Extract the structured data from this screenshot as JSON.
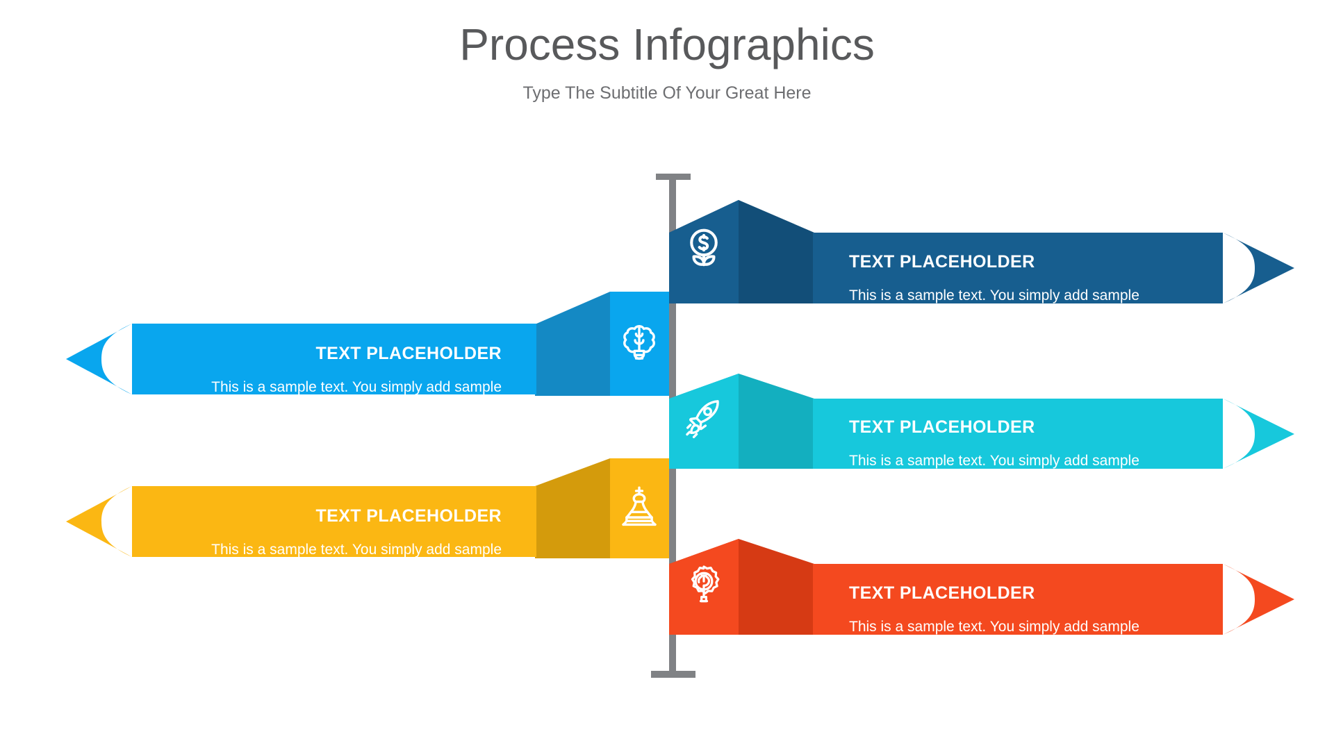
{
  "header": {
    "title": "Process Infographics",
    "subtitle": "Type The Subtitle Of Your Great Here",
    "title_color": "#58595B",
    "subtitle_color": "#6D6E71"
  },
  "spine": {
    "color": "#808285",
    "top_cap_label": "timeline-top-cap",
    "bottom_cap_label": "timeline-bottom-cap"
  },
  "items": [
    {
      "id": "step-1",
      "side": "right",
      "icon": "money-plant-icon",
      "title": "TEXT PLACEHOLDER",
      "description": "This is a sample text. You simply add sample",
      "color": "#175E8F",
      "fold_color": "#124E78",
      "icon_panel_color": "#175E8F"
    },
    {
      "id": "step-2",
      "side": "left",
      "icon": "brain-bulb-icon",
      "title": "TEXT PLACEHOLDER",
      "description": "This is a sample text. You simply add sample",
      "color": "#09A6EE",
      "fold_color": "#1489C4",
      "icon_panel_color": "#09A6EE"
    },
    {
      "id": "step-3",
      "side": "right",
      "icon": "rocket-icon",
      "title": "TEXT PLACEHOLDER",
      "description": "This is a sample text. You simply add sample",
      "color": "#17C8DC",
      "fold_color": "#13AFBF",
      "icon_panel_color": "#17C8DC"
    },
    {
      "id": "step-4",
      "side": "left",
      "icon": "chess-king-icon",
      "title": "TEXT PLACEHOLDER",
      "description": "This is a sample text. You simply add sample",
      "color": "#FBB713",
      "fold_color": "#D49B0C",
      "icon_panel_color": "#FBB713"
    },
    {
      "id": "step-5",
      "side": "right",
      "icon": "gear-wrench-icon",
      "title": "TEXT PLACEHOLDER",
      "description": "This is a sample text. You simply add sample",
      "color": "#F4491F",
      "fold_color": "#D63A14",
      "icon_panel_color": "#F4491F"
    }
  ]
}
